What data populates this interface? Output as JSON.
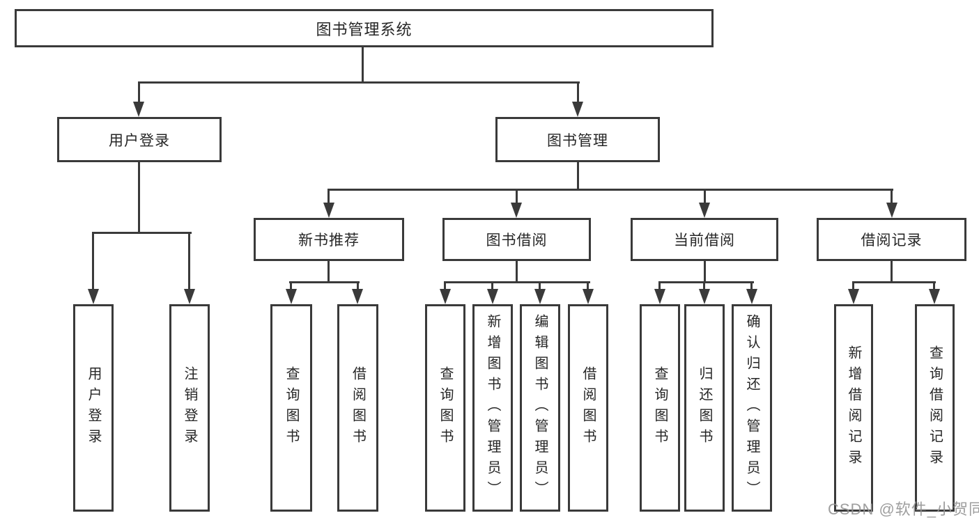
{
  "diagram": {
    "title": "图书管理系统",
    "level2": {
      "user_login": "用户登录",
      "book_management": "图书管理"
    },
    "level3": {
      "new_books": "新书推荐",
      "book_borrowing": "图书借阅",
      "current_borrowing": "当前借阅",
      "borrowing_records": "借阅记录"
    },
    "leaves": {
      "user_login": "用户登录",
      "logout": "注销登录",
      "nb_query_books": "查询图书",
      "nb_borrow_books": "借阅图书",
      "bb_query_books": "查询图书",
      "bb_add_books": "新增图书（管理员）",
      "bb_edit_books": "编辑图书（管理员）",
      "bb_borrow_books": "借阅图书",
      "cb_query_books": "查询图书",
      "cb_return_books": "归还图书",
      "cb_confirm_return": "确认归还（管理员）",
      "rec_add_record": "新增借阅记录",
      "rec_query_record": "查询借阅记录"
    }
  },
  "watermark": "CSDN @软件_小贺同学",
  "colors": {
    "line": "#3a3a3a",
    "text": "#262626",
    "watermark": "#949494"
  }
}
